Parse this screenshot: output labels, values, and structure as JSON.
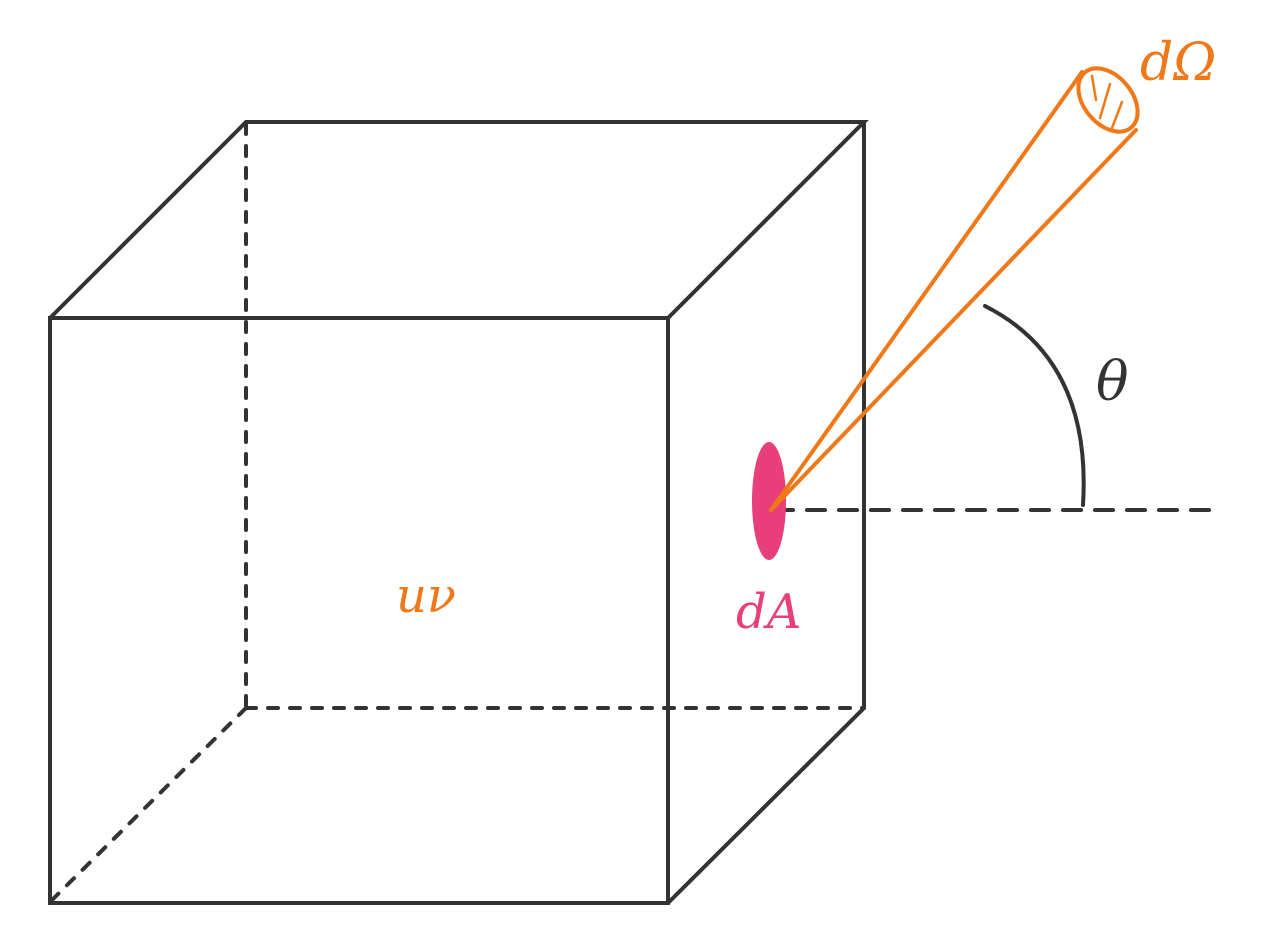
{
  "labels": {
    "solid_angle": "dΩ",
    "energy_density": "uν",
    "area_element": "dA",
    "angle": "θ"
  },
  "colors": {
    "edge": "#333333",
    "cone": "#f07818",
    "area": "#e83e7a"
  }
}
